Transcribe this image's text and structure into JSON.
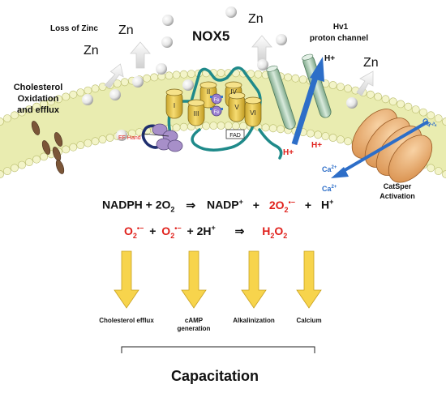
{
  "diagram": {
    "title": "NOX5",
    "labels": {
      "loss_of_zinc": "Loss of Zinc",
      "zn": "Zn",
      "hv1_line1": "Hv1",
      "hv1_line2": "proton channel",
      "h_plus": "H+",
      "cholesterol_line1": "Cholesterol",
      "cholesterol_line2": "Oxidation",
      "cholesterol_line3": "and efflux",
      "ef_hand": "EF Hand",
      "fad": "FAD",
      "fe": "Fe",
      "catsper_line1": "CatSper",
      "catsper_line2": "Activation",
      "ca2": "Ca",
      "ca2_charge": "2+",
      "helix_numerals": [
        "I",
        "II",
        "III",
        "IV",
        "V",
        "VI"
      ]
    }
  },
  "equations": {
    "eq1": {
      "nadph": "NADPH + 2O",
      "sub2": "2",
      "arrow": "⇒",
      "nadp": "NADP",
      "plus_sup": "+",
      "plus1": "+",
      "superoxide": "2O",
      "superoxide_sub": "2",
      "superoxide_sup": "•−",
      "plus2": "+",
      "h": "H",
      "h_sup": "+"
    },
    "eq2": {
      "o2a": "O",
      "o2a_sub": "2",
      "o2a_sup": "•−",
      "plus1": "+",
      "o2b": "O",
      "o2b_sub": "2",
      "o2b_sup": "•−",
      "plus2": "+ 2H",
      "h_sup": "+",
      "arrow": "⇒",
      "h2o2_h": "H",
      "h2o2_sub1": "2",
      "h2o2_o": "O",
      "h2o2_sub2": "2"
    }
  },
  "outcomes": {
    "cholesterol_efflux": "Cholesterol efflux",
    "camp_line1": "cAMP",
    "camp_line2": "generation",
    "alkalinization": "Alkalinization",
    "calcium": "Calcium"
  },
  "footer": {
    "capacitation": "Capacitation"
  },
  "colors": {
    "membrane": "#e9ecb0",
    "lipid_head": "#f3f4c8",
    "helix": "#e8c548",
    "protein_chain": "#1f8a8a",
    "arrow_yellow": "#f7d44c",
    "red": "#e0201b",
    "blue": "#2d6ec8",
    "catsper": "#e8a96b"
  }
}
